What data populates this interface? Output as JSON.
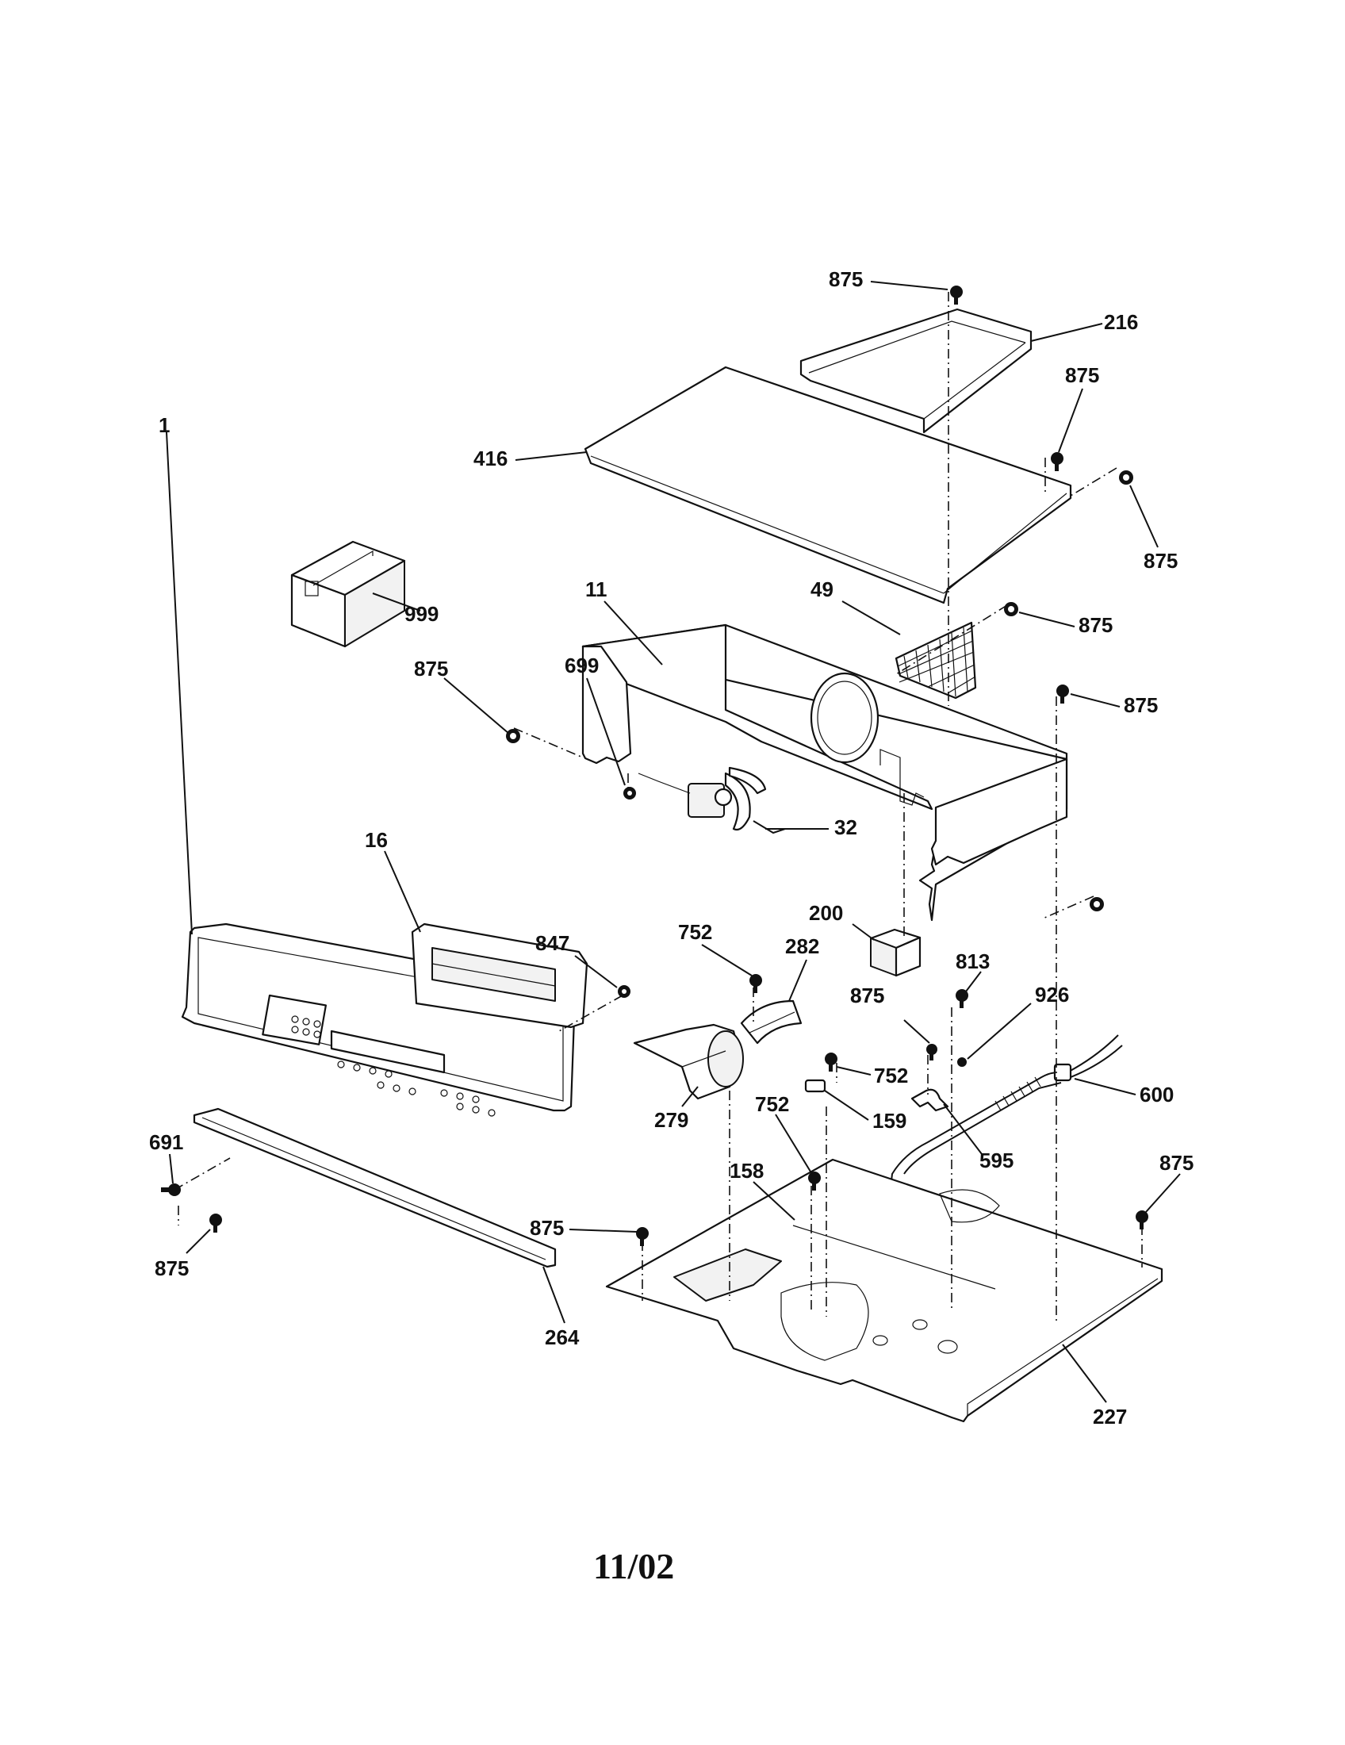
{
  "callouts": [
    {
      "id": "c875-top",
      "text": "875"
    },
    {
      "id": "c216",
      "text": "216"
    },
    {
      "id": "c875-r1",
      "text": "875"
    },
    {
      "id": "c416",
      "text": "416"
    },
    {
      "id": "c875-r2",
      "text": "875"
    },
    {
      "id": "c999",
      "text": "999"
    },
    {
      "id": "c11",
      "text": "11"
    },
    {
      "id": "c49",
      "text": "49"
    },
    {
      "id": "c875-r3",
      "text": "875"
    },
    {
      "id": "c875-left",
      "text": "875"
    },
    {
      "id": "c699",
      "text": "699"
    },
    {
      "id": "c875-r4",
      "text": "875"
    },
    {
      "id": "c32",
      "text": "32"
    },
    {
      "id": "c1",
      "text": "1"
    },
    {
      "id": "c16",
      "text": "16"
    },
    {
      "id": "c200",
      "text": "200"
    },
    {
      "id": "c847",
      "text": "847"
    },
    {
      "id": "c752-a",
      "text": "752"
    },
    {
      "id": "c282",
      "text": "282"
    },
    {
      "id": "c875-r5",
      "text": "875"
    },
    {
      "id": "c813",
      "text": "813"
    },
    {
      "id": "c875-mid",
      "text": "875"
    },
    {
      "id": "c926",
      "text": "926"
    },
    {
      "id": "c752-b",
      "text": "752"
    },
    {
      "id": "c600",
      "text": "600"
    },
    {
      "id": "c691",
      "text": "691"
    },
    {
      "id": "c159",
      "text": "159"
    },
    {
      "id": "c752-c",
      "text": "752"
    },
    {
      "id": "c279",
      "text": "279"
    },
    {
      "id": "c158",
      "text": "158"
    },
    {
      "id": "c595",
      "text": "595"
    },
    {
      "id": "c875-r6",
      "text": "875"
    },
    {
      "id": "c875-bl",
      "text": "875"
    },
    {
      "id": "c875-b2",
      "text": "875"
    },
    {
      "id": "c264",
      "text": "264"
    },
    {
      "id": "c227",
      "text": "227"
    }
  ],
  "footer": {
    "date_code": "11/02"
  }
}
